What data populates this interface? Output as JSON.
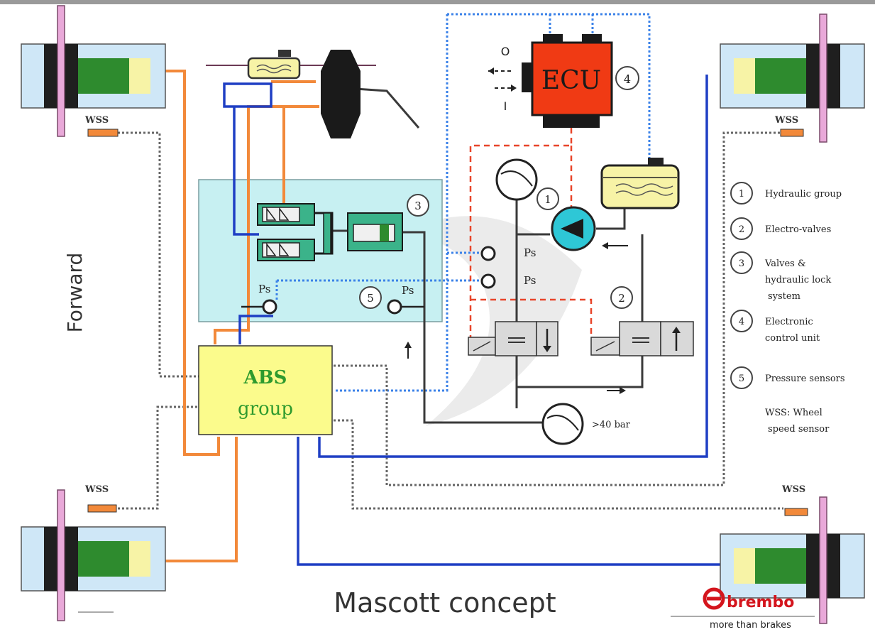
{
  "title": "Mascott concept",
  "forward_label": "Forward",
  "ecu": {
    "label": "ECU",
    "number": "4",
    "out_label": "O",
    "in_label": "I"
  },
  "abs_group": {
    "line1": "ABS",
    "line2": "group"
  },
  "badges": {
    "hydraulic_group": "1",
    "electro_valves": "2",
    "valves_system": "3",
    "pressure_sensors": "5"
  },
  "sensors": {
    "ps": "Ps",
    "wss": "WSS"
  },
  "pressure_note": ">40 bar",
  "legend": [
    {
      "num": "1",
      "text": [
        "Hydraulic group"
      ]
    },
    {
      "num": "2",
      "text": [
        "Electro-valves"
      ]
    },
    {
      "num": "3",
      "text": [
        "Valves &",
        "hydraulic lock",
        "system"
      ]
    },
    {
      "num": "4",
      "text": [
        "Electronic",
        "control unit"
      ]
    },
    {
      "num": "5",
      "text": [
        "Pressure sensors"
      ]
    }
  ],
  "wss_note": [
    "WSS: Wheel",
    "speed sensor"
  ],
  "brand": {
    "name": "brembo",
    "tagline": "more than brakes"
  },
  "colors": {
    "orange_line": "#f2893a",
    "blue_line": "#1f3fc4",
    "dotted_blue": "#3b82e8",
    "dotted_gray": "#666666",
    "red_dashed": "#e8452a",
    "ecu_fill": "#f03a14",
    "abs_fill": "#fbfb8c",
    "hydraulic_box": "#c7f0f2",
    "caliper_green": "#2e8b2e",
    "brand_red": "#d4151d"
  }
}
